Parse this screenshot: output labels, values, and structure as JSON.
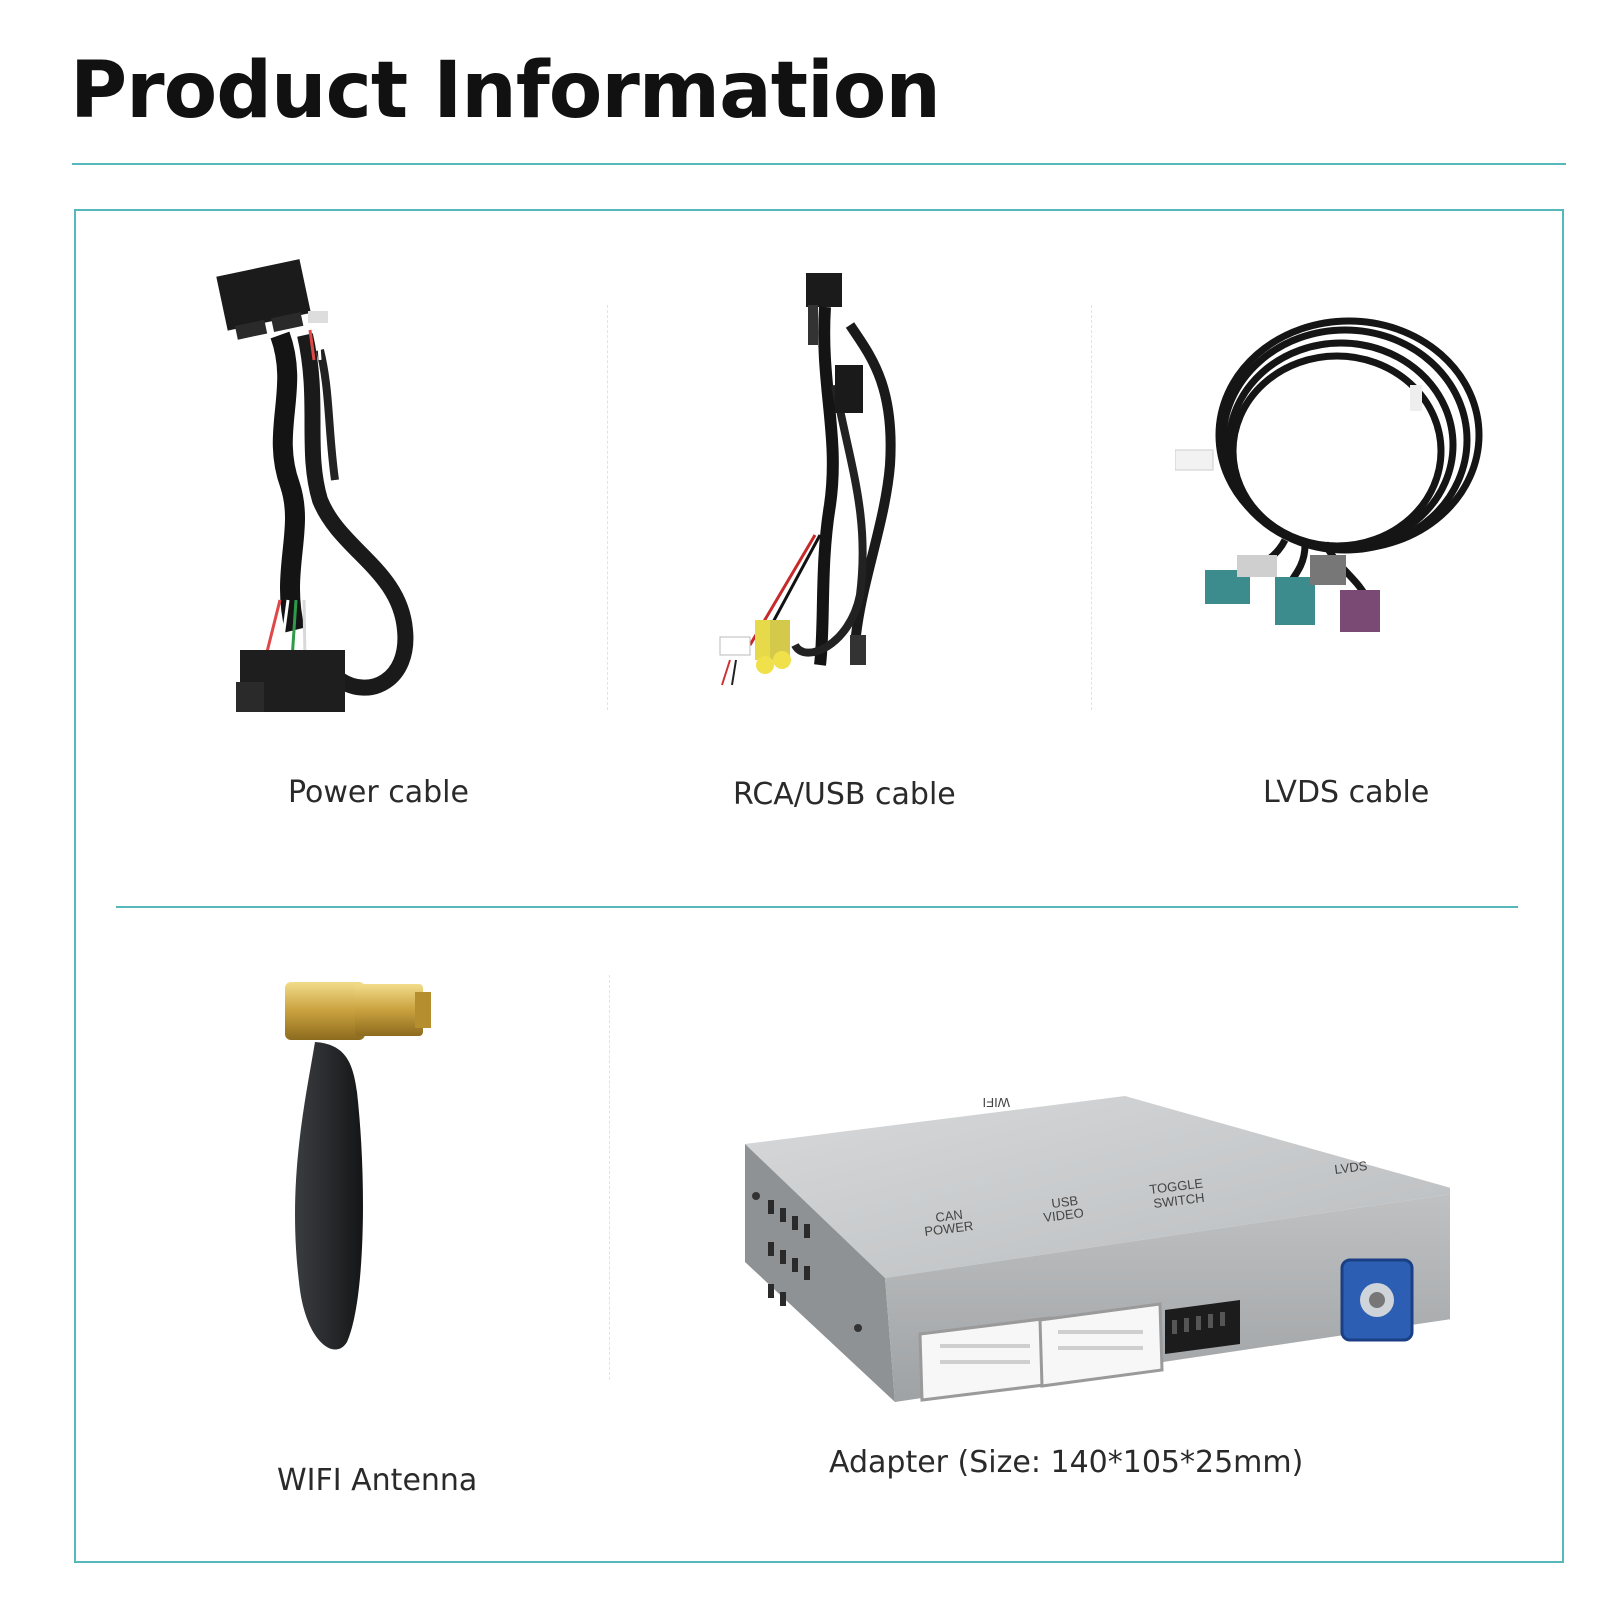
{
  "header": {
    "title": "Product Information"
  },
  "items": [
    {
      "caption": "Power cable",
      "icon": "power-cable-image"
    },
    {
      "caption": "RCA/USB cable",
      "icon": "rca-usb-cable-image"
    },
    {
      "caption": "LVDS cable",
      "icon": "lvds-cable-image"
    },
    {
      "caption": "WIFI Antenna",
      "icon": "wifi-antenna-image"
    },
    {
      "caption": "Adapter (Size: 140*105*25mm)",
      "icon": "adapter-image"
    }
  ],
  "adapter_labels": {
    "wifi": "WIFI",
    "can_power_1": "CAN",
    "can_power_2": "POWER",
    "usb_video_1": "USB",
    "usb_video_2": "VIDEO",
    "toggle_1": "TOGGLE",
    "toggle_2": "SWITCH",
    "lvds": "LVDS"
  },
  "colors": {
    "accent": "#57b8bb",
    "title": "#111111",
    "caption": "#2a2a2a"
  }
}
